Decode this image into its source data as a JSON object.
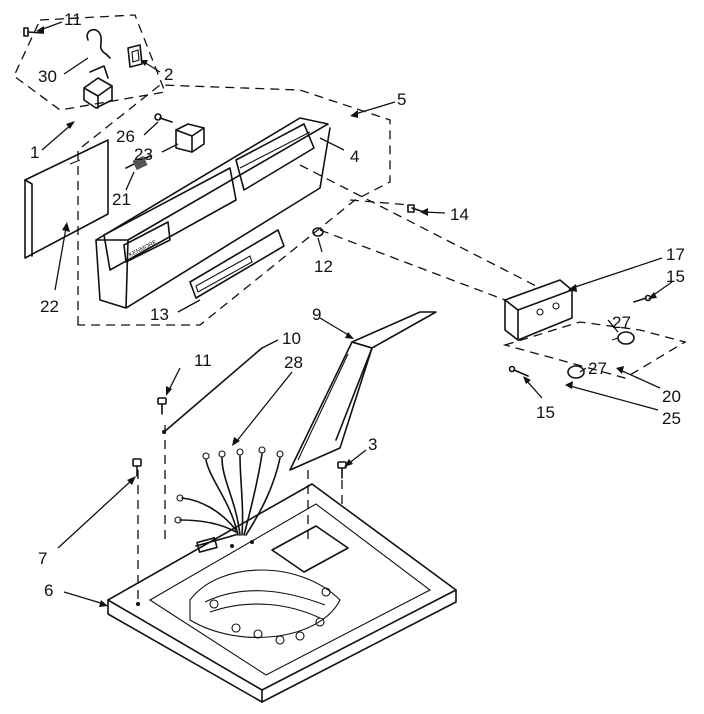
{
  "diagram": {
    "callouts": {
      "c11a": "11",
      "c30": "30",
      "c2": "2",
      "c1": "1",
      "c26": "26",
      "c23": "23",
      "c21": "21",
      "c22": "22",
      "c5": "5",
      "c4": "4",
      "c14": "14",
      "c12": "12",
      "c13": "13",
      "c17": "17",
      "c15a": "15",
      "c27a": "27",
      "c27b": "27",
      "c20": "20",
      "c25": "25",
      "c15b": "15",
      "c9": "9",
      "c10": "10",
      "c11b": "11",
      "c28": "28",
      "c3": "3",
      "c7": "7",
      "c6": "6"
    },
    "nameplate": "KENMORE"
  }
}
